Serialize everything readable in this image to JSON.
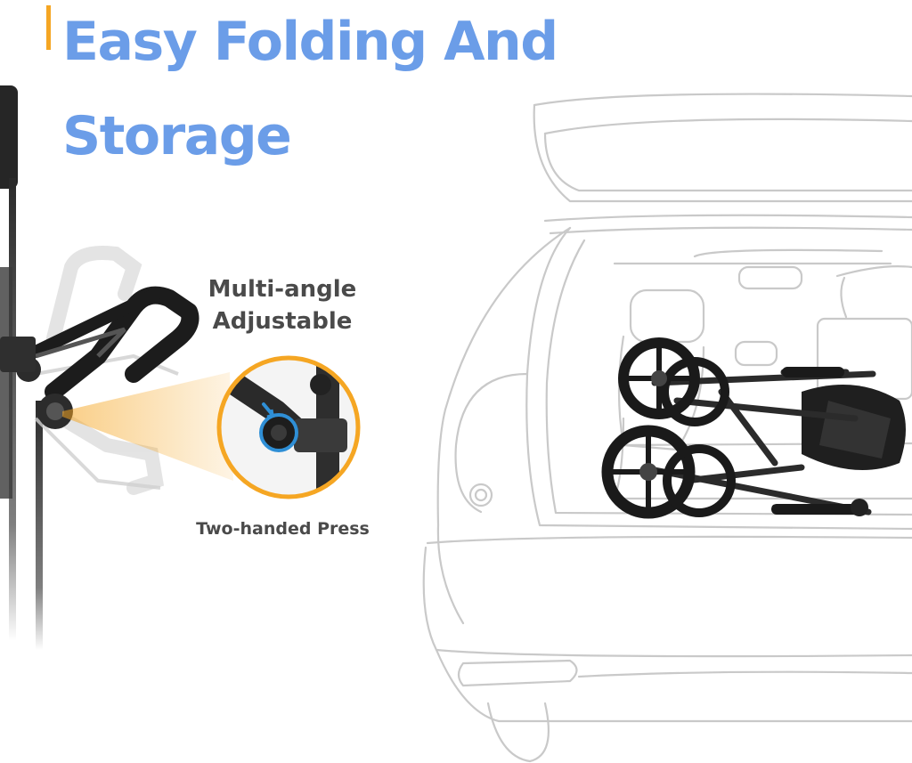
{
  "heading": {
    "line1": "Easy Folding And",
    "line2": "Storage",
    "color": "#6b9de8",
    "accent_color": "#f5a623"
  },
  "callouts": {
    "adjust_line1": "Multi-angle",
    "adjust_line2": "Adjustable",
    "press": "Two-handed Press"
  },
  "icons": {
    "handle": "push-handle-icon",
    "button": "release-button-icon",
    "car": "car-trunk-illustration",
    "folded": "folded-rollator-icon"
  }
}
